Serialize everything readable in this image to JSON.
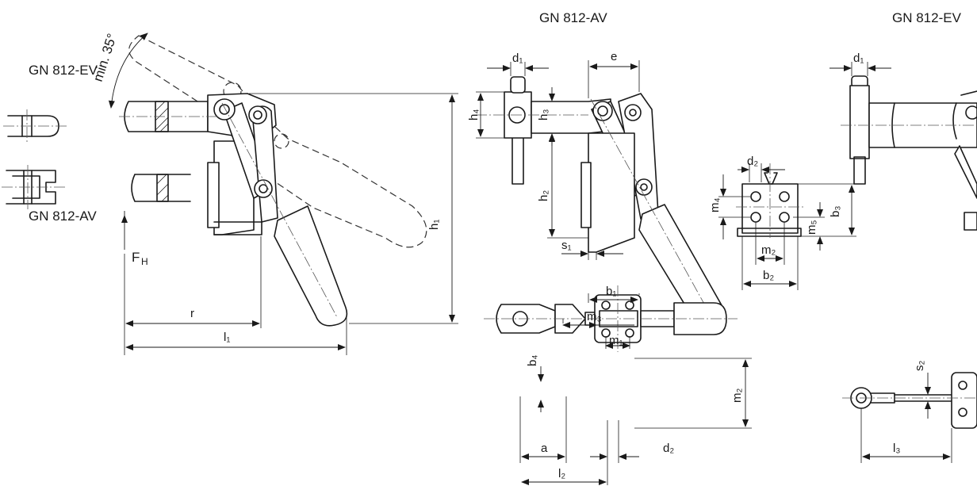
{
  "views": {
    "side_view_title_av": "GN 812-AV",
    "side_view_title_ev": "GN 812-EV",
    "spindle_ev_label": "GN 812-EV",
    "spindle_av_label": "GN 812-AV"
  },
  "annotations": {
    "angle": "min. 35°",
    "force": "F",
    "force_sub": "H"
  },
  "dimensions": {
    "r": "r",
    "l1": "l₁",
    "h1": "h₁",
    "d1_av": "d₁",
    "d1_ev": "d₁",
    "e": "e",
    "h4": "h₄",
    "h3": "h₃",
    "h2": "h₂",
    "s1": "s₁",
    "d2_top": "d₂",
    "m4": "m₄",
    "m5": "m₅",
    "b3": "b₃",
    "m2_base": "m₂",
    "b2": "b₂",
    "b1": "b₁",
    "m3": "m₃",
    "m1": "m₁",
    "b4": "b₄",
    "m2_plan": "m₂",
    "a": "a",
    "d2_plan": "d₂",
    "l2": "l₂",
    "s2": "s₂",
    "l3": "l₃"
  }
}
